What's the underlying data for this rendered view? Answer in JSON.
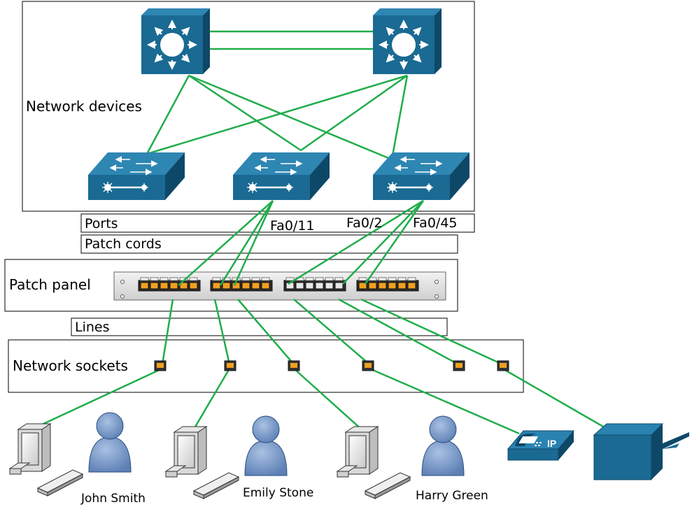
{
  "labels": {
    "network_devices": "Network devices",
    "ports": "Ports",
    "patch_cords": "Patch cords",
    "patch_panel": "Patch panel",
    "lines": "Lines",
    "network_sockets": "Network sockets"
  },
  "ports": {
    "p1": "Fa0/11",
    "p2": "Fa0/2",
    "p3": "Fa0/45"
  },
  "users": {
    "u1": "John Smith",
    "u2": "Emily Stone",
    "u3": "Harry Green"
  },
  "ip_phone_label": "IP",
  "colors": {
    "link": "#1fad4b",
    "device_blue": "#1a6a93",
    "user_blue": "#7b9cc9"
  }
}
